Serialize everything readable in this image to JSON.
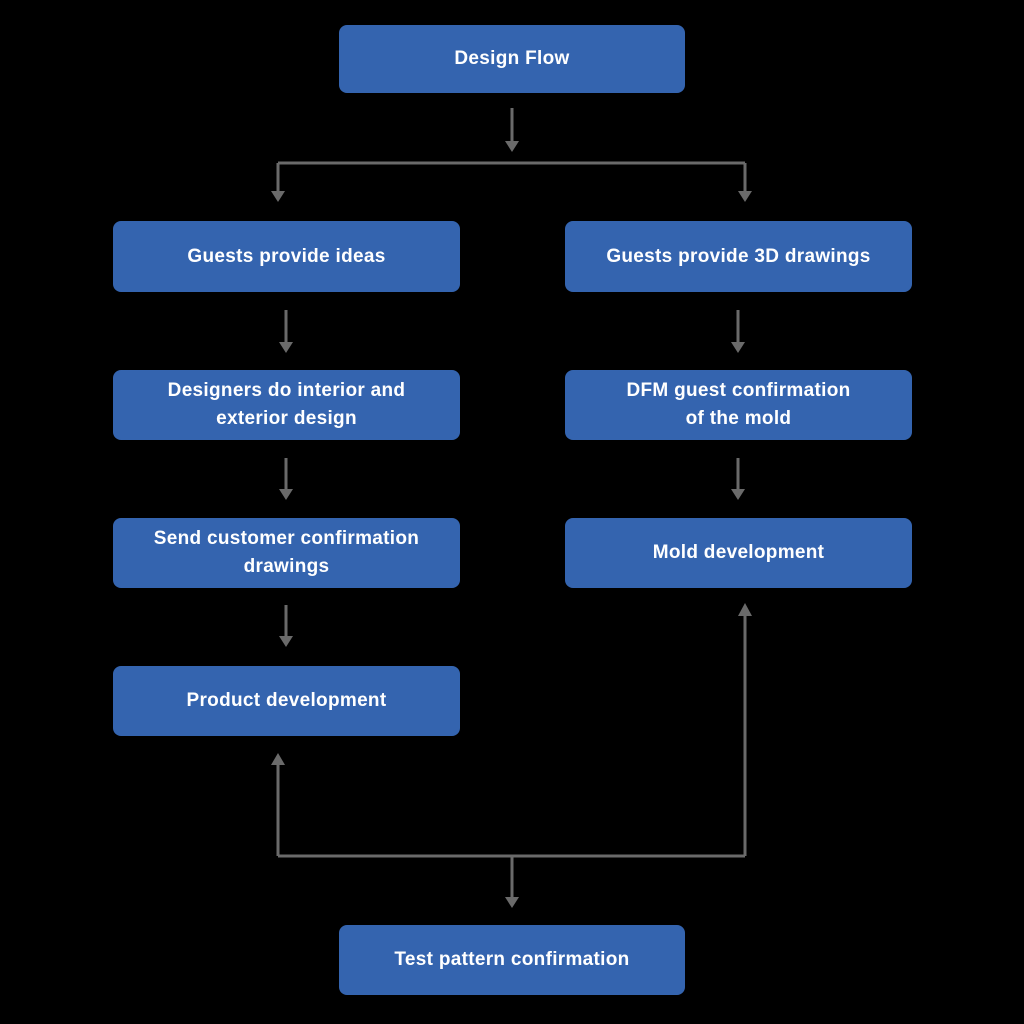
{
  "diagram": {
    "colors": {
      "bg": "#000000",
      "node_fill": "#3464AF",
      "node_text": "#FFFFFF",
      "connector": "#6A6A6A"
    },
    "nodes": {
      "design_flow": {
        "label": "Design Flow"
      },
      "guests_provide_ideas": {
        "label": "Guests provide ideas"
      },
      "guests_provide_3d_drawings": {
        "label": "Guests provide 3D drawings"
      },
      "designers_interior_exterior": {
        "label": "Designers do interior and\nexterior design"
      },
      "dfm_guest_confirmation": {
        "label": "DFM guest confirmation\nof the mold"
      },
      "send_customer_confirmation": {
        "label": "Send customer confirmation\ndrawings"
      },
      "mold_development": {
        "label": "Mold development"
      },
      "product_development": {
        "label": "Product development"
      },
      "test_pattern_confirmation": {
        "label": "Test pattern confirmation"
      }
    }
  }
}
